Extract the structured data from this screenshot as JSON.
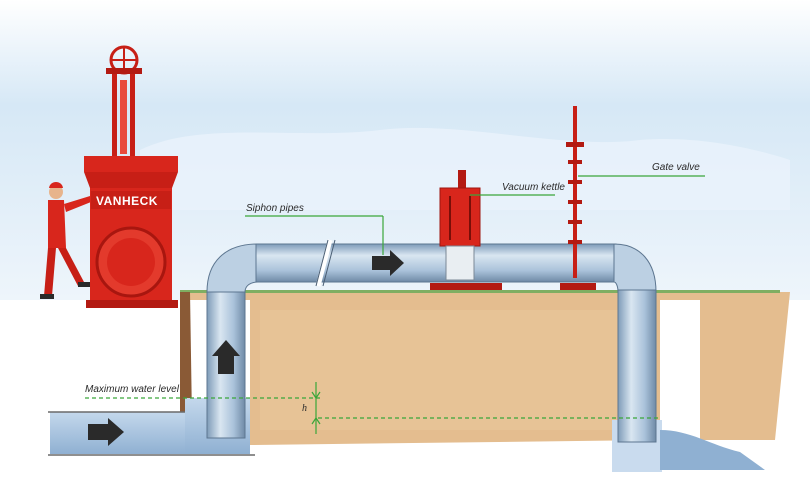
{
  "labels": {
    "brand": "VANHECK",
    "siphon_pipes": "Siphon pipes",
    "vacuum_kettle": "Vacuum kettle",
    "gate_valve": "Gate valve",
    "max_water_level": "Maximum water level",
    "height_symbol": "h"
  },
  "colors": {
    "callout_line": "#3aa63a",
    "equipment_red": "#d8261c",
    "pipe_blue": "#9fbcd6",
    "soil": "#e2b98a",
    "water": "#a9c6e4",
    "sky": "#cfe3f4"
  },
  "icons": [
    "flow-arrow-icon",
    "worker-figure",
    "handwheel-icon"
  ]
}
